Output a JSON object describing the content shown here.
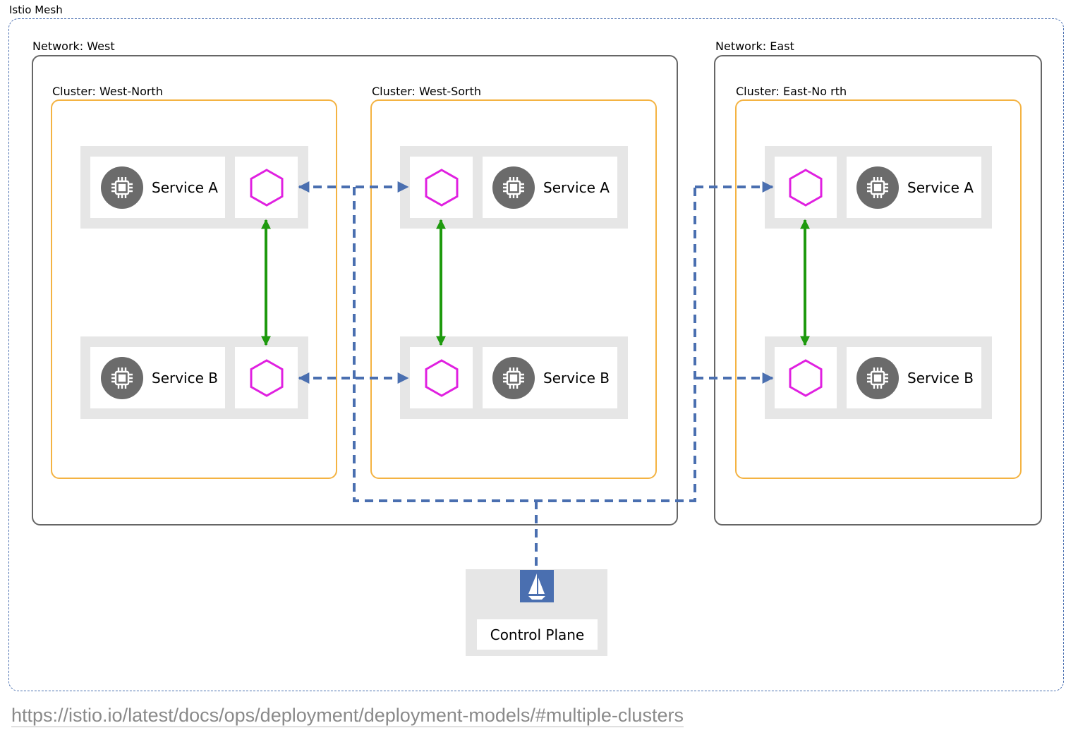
{
  "mesh_label": "Istio Mesh",
  "networks": [
    {
      "label": "Network: West"
    },
    {
      "label": "Network: East"
    }
  ],
  "clusters": [
    {
      "label": "Cluster: West-North",
      "services": [
        "Service A",
        "Service B"
      ]
    },
    {
      "label": "Cluster: West-Sorth",
      "services": [
        "Service A",
        "Service B"
      ]
    },
    {
      "label": "Cluster: East-No rth",
      "services": [
        "Service A",
        "Service B"
      ]
    }
  ],
  "control_plane": {
    "label": "Control Plane"
  },
  "url": "https://istio.io/latest/docs/ops/deployment/deployment-models/#multiple-clusters",
  "colors": {
    "mesh_border": "#4a6fb0",
    "network_border": "#666666",
    "cluster_border": "#f4b342",
    "sidecar": "#e020e0",
    "intra_link": "#1e9a0e",
    "dashed_link": "#4a6fb0",
    "istio_logo_bg": "#4a6fb0"
  },
  "icons": {
    "service": "cpu-chip-icon",
    "sidecar": "hexagon-proxy-icon",
    "control_plane": "istio-sail-icon"
  }
}
